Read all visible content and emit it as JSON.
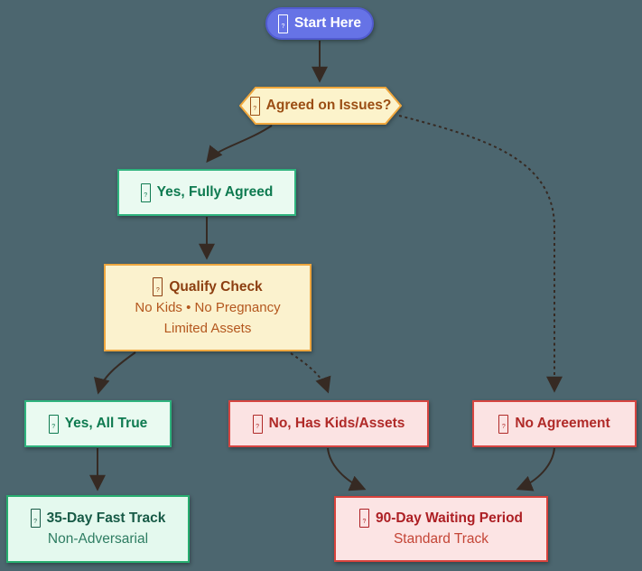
{
  "palette": {
    "background": "#4C666F",
    "edge_color": "#362A23",
    "start_fill": "#6673E6",
    "start_border": "#515BCF",
    "green_fill": "#EAFAF1",
    "green_border": "#2FB37E",
    "green_text": "#0E7A50",
    "yellow_fill": "#FBF2CE",
    "yellow_border": "#EDA63F",
    "yellow_title_text": "#8C3E10",
    "yellow_body_text": "#B4571E",
    "red_fill": "#FBE3E3",
    "red_border": "#D64541",
    "red_text": "#B02A28"
  },
  "icons": {
    "missing_glyph_char": "?"
  },
  "nodes": {
    "start": {
      "label": "Start Here"
    },
    "decision": {
      "label": "Agreed on Issues?"
    },
    "yes_fully_agreed": {
      "label": "Yes, Fully Agreed"
    },
    "qualify_check": {
      "title": "Qualify Check",
      "line2": "No Kids • No Pregnancy",
      "line3": "Limited Assets"
    },
    "yes_all_true": {
      "label": "Yes, All True"
    },
    "no_has_kids_assets": {
      "label": "No, Has Kids/Assets"
    },
    "no_agreement": {
      "label": "No Agreement"
    },
    "fast_track": {
      "title": "35-Day Fast Track",
      "subtitle": "Non-Adversarial"
    },
    "waiting_period": {
      "title": "90-Day Waiting Period",
      "subtitle": "Standard Track"
    }
  }
}
